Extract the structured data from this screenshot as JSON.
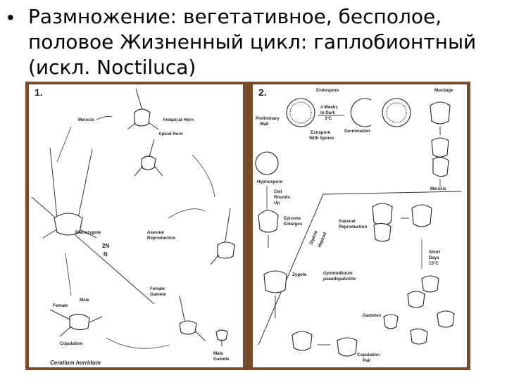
{
  "bullet": {
    "text_line1": "Размножение: вегетативное, бесполое,",
    "text_line2": "половое Жизненный цикл: гаплобионтный",
    "text_line3": "(искл. Noctiluca)"
  },
  "panel1": {
    "number": "1.",
    "labels": {
      "meiosis": "Meiosis",
      "antapical_horn": "Antapical Horn",
      "apical_horn": "Apical Horn",
      "asexual_reproduction_1": "Asexual",
      "asexual_reproduction_2": "Reproduction",
      "planozygote": "Planozygote",
      "two_n": "2N",
      "n": "N",
      "female_gamete_1": "Female",
      "female_gamete_2": "Gamete",
      "male": "Male",
      "female": "Female",
      "copulation": "Copulation",
      "male_gamete_1": "Male",
      "male_gamete_2": "Gamete"
    },
    "caption": "Ceratium horridum"
  },
  "panel2": {
    "number": "2.",
    "labels": {
      "endospore": "Endospore",
      "mucilage": "Mucilage",
      "preliminary_wall_1": "Preliminary",
      "preliminary_wall_2": "Wall",
      "weeks_1": "4 Weeks",
      "weeks_2": "In Dark",
      "weeks_3": "3°C",
      "germination": "Germination",
      "exospore_1": "Exospore",
      "exospore_2": "With Spines",
      "hypnospore": "Hypnospore",
      "cell_rounds_1": "Cell",
      "cell_rounds_2": "Rounds",
      "cell_rounds_3": "Up",
      "meiosis": "Meiosis",
      "epicone_1": "Epicone",
      "epicone_2": "Enlarges",
      "asexual_1": "Asexual",
      "asexual_2": "Reproduction",
      "diploid": "Diploid",
      "haploid": "Haploid",
      "short_days_1": "Short",
      "short_days_2": "Days",
      "short_days_3": "15°C",
      "zygote": "Zygote",
      "species_1": "Gymnodinium",
      "species_2": "pseudopalustre",
      "gametes": "Gametes",
      "copulation_1": "Copulation",
      "copulation_2": "Pair"
    }
  },
  "colors": {
    "frame": "#7a4a2a",
    "ink": "#222222",
    "background": "#ffffff"
  },
  "icons": {
    "bullet": "bullet-dot-icon"
  }
}
